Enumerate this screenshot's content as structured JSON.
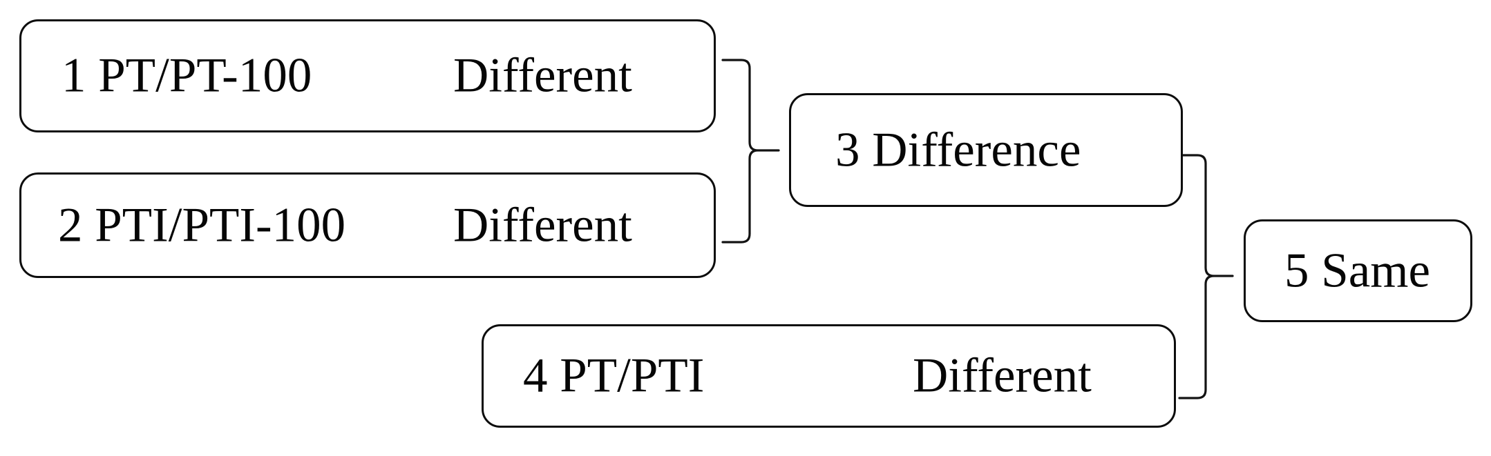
{
  "figure": {
    "type": "flow-diagram",
    "nodes": [
      {
        "id": "1",
        "label": "1 PT/PT-100",
        "status": "Different"
      },
      {
        "id": "2",
        "label": "2 PTI/PTI-100",
        "status": "Different"
      },
      {
        "id": "3",
        "label": "3 Difference"
      },
      {
        "id": "4",
        "label": "4 PT/PTI",
        "status": "Different"
      },
      {
        "id": "5",
        "label": "5 Same"
      }
    ],
    "connectors": [
      {
        "style": "curly-brace-right",
        "joins": [
          "1 PT/PT-100",
          "2 PTI/PTI-100"
        ],
        "points_to": "3 Difference"
      },
      {
        "style": "curly-brace-right",
        "joins": [
          "3 Difference",
          "4 PT/PTI"
        ],
        "points_to": "5 Same"
      }
    ],
    "colors": {
      "background": "#ffffff",
      "box_fill": "#ffffff",
      "box_border": "#000000",
      "text": "#000000",
      "line": "#000000"
    }
  }
}
